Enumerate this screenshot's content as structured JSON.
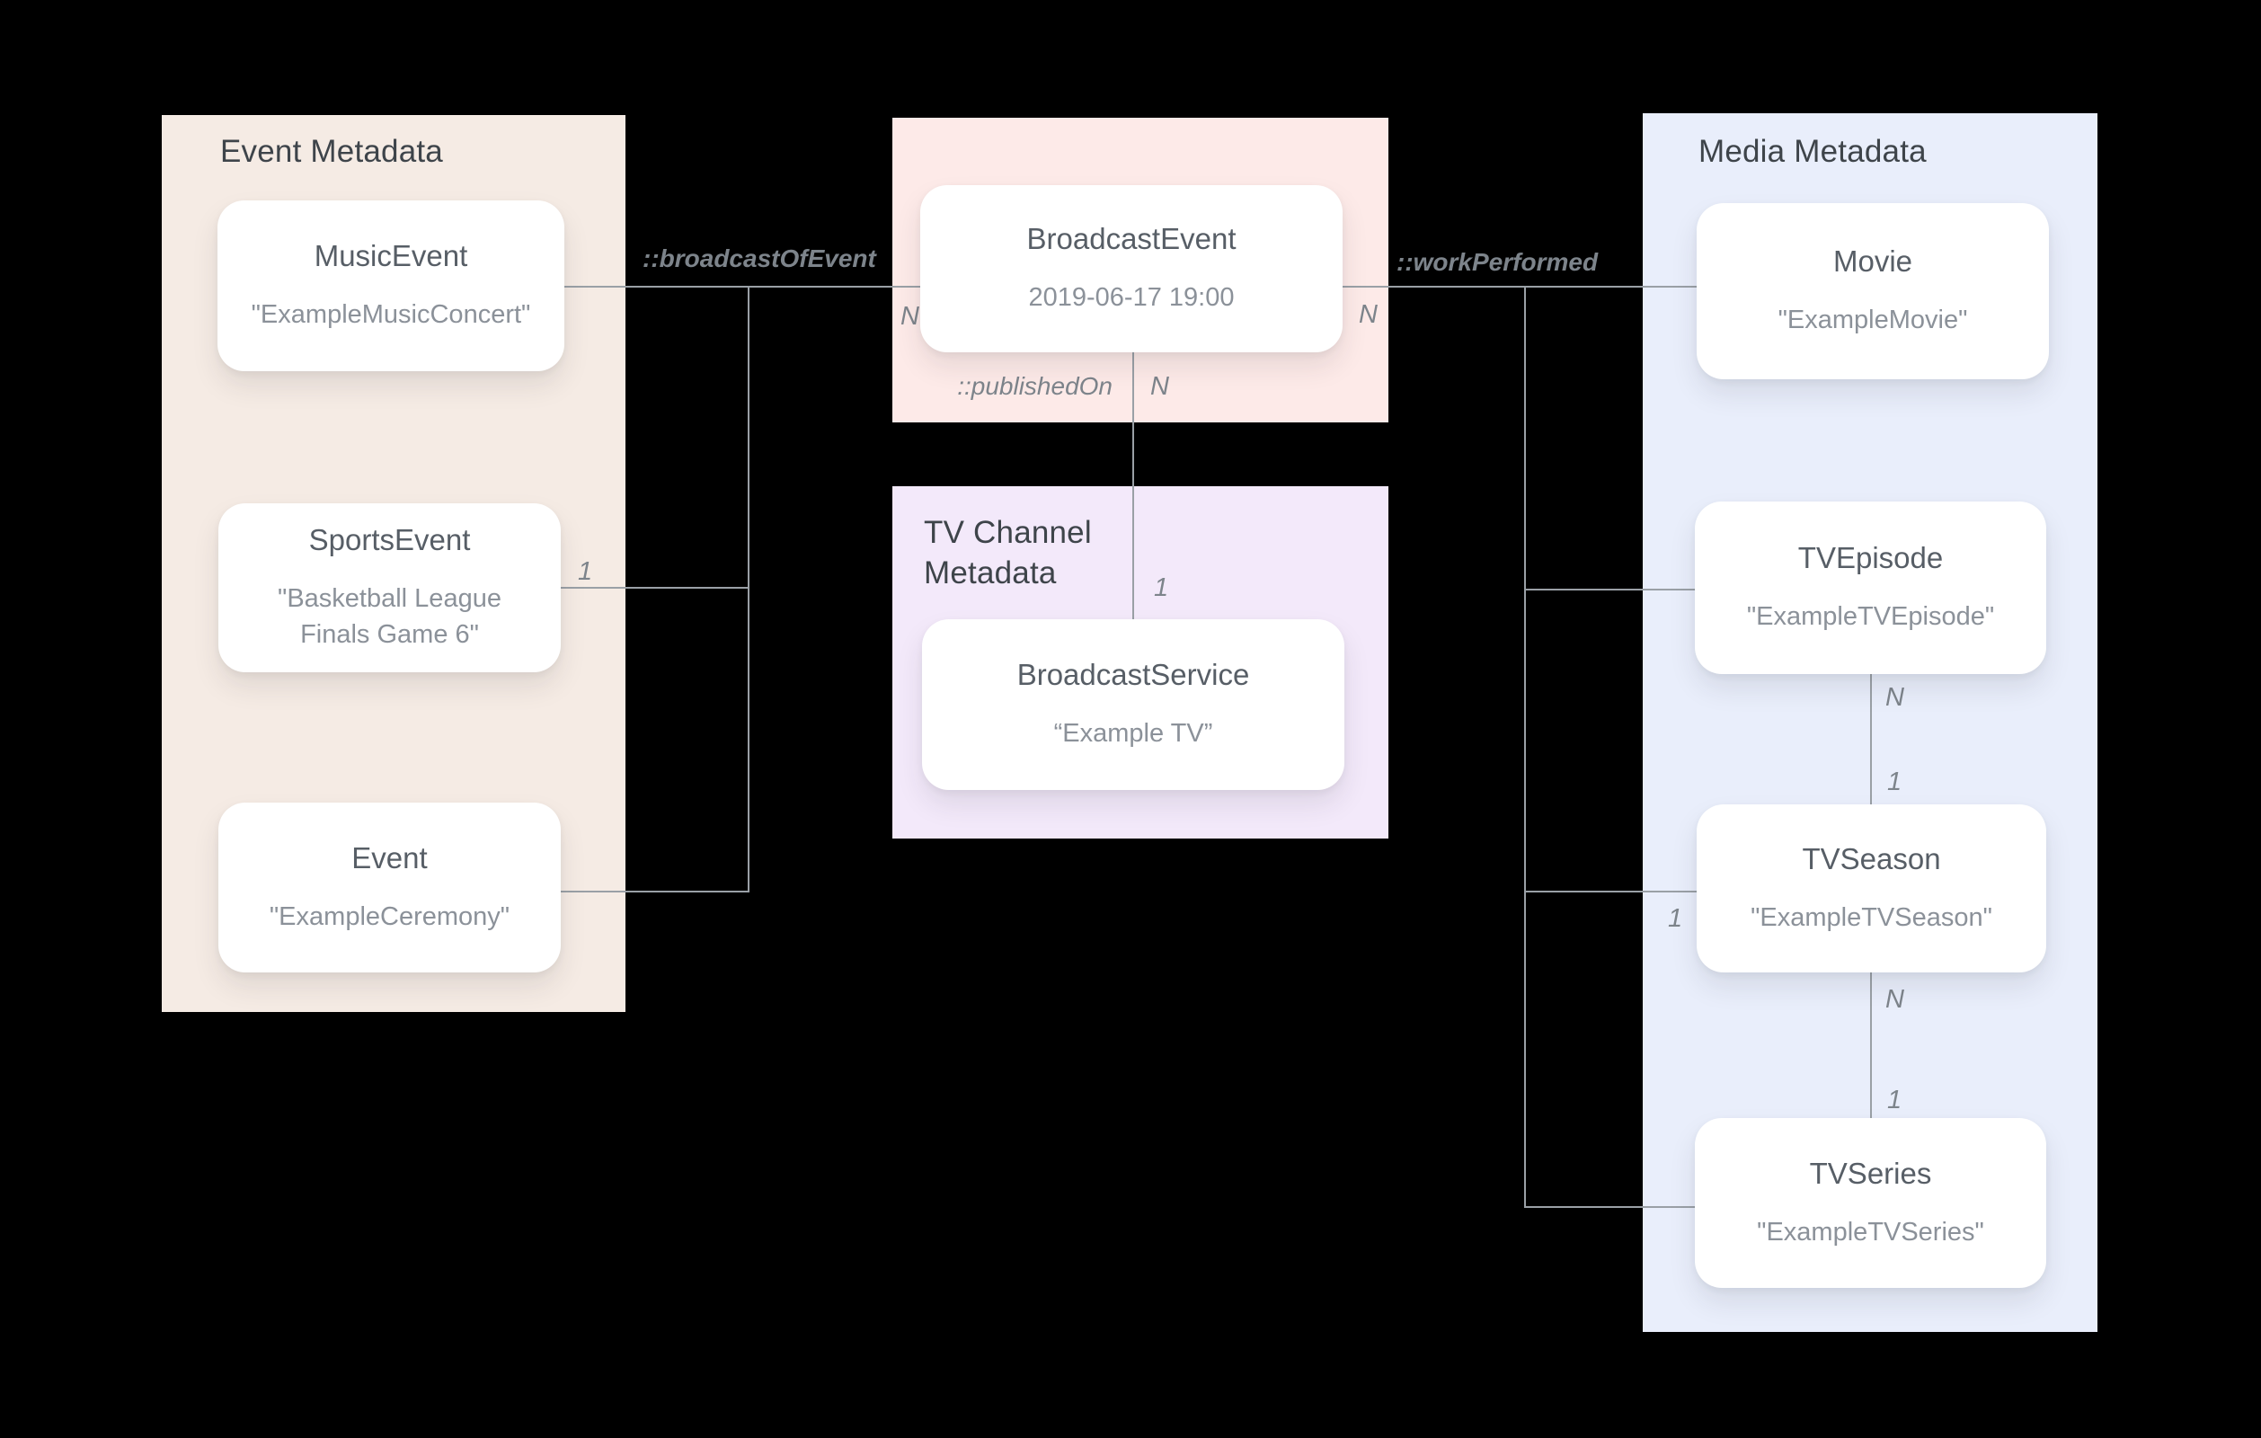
{
  "canvas": {
    "background_color": "#000000",
    "line_color": "#9aa0a6"
  },
  "panels": {
    "event": {
      "title": "Event Metadata",
      "color": "#f5ebe4"
    },
    "broadcast": {
      "color": "#fdeae8"
    },
    "tv_channel": {
      "title": "TV Channel Metadata",
      "color": "#f3e9fa"
    },
    "media": {
      "title": "Media Metadata",
      "color": "#e9eefb"
    }
  },
  "nodes": {
    "music_event": {
      "title": "MusicEvent",
      "subtitle": "\"ExampleMusicConcert\""
    },
    "sports_event": {
      "title": "SportsEvent",
      "subtitle": "\"Basketball League Finals Game 6\""
    },
    "event": {
      "title": "Event",
      "subtitle": "\"ExampleCeremony\""
    },
    "broadcast_event": {
      "title": "BroadcastEvent",
      "subtitle": "2019-06-17 19:00"
    },
    "broadcast_service": {
      "title": "BroadcastService",
      "subtitle": "“Example TV”"
    },
    "movie": {
      "title": "Movie",
      "subtitle": "\"ExampleMovie\""
    },
    "tv_episode": {
      "title": "TVEpisode",
      "subtitle": "\"ExampleTVEpisode\""
    },
    "tv_season": {
      "title": "TVSeason",
      "subtitle": "\"ExampleTVSeason\""
    },
    "tv_series": {
      "title": "TVSeries",
      "subtitle": "\"ExampleTVSeries\""
    }
  },
  "edges": {
    "broadcast_of_event": {
      "label": "::broadcastOfEvent"
    },
    "published_on": {
      "label": "::publishedOn"
    },
    "work_performed": {
      "label": "::workPerformed"
    }
  },
  "cardinalities": {
    "broadcast_of_event_n": "N",
    "sports_event_1": "1",
    "published_on_n": "N",
    "published_on_1": "1",
    "work_performed_n": "N",
    "episode_season_n": "N",
    "episode_season_1": "1",
    "trunk_season_1": "1",
    "season_series_n": "N",
    "season_series_1": "1"
  }
}
